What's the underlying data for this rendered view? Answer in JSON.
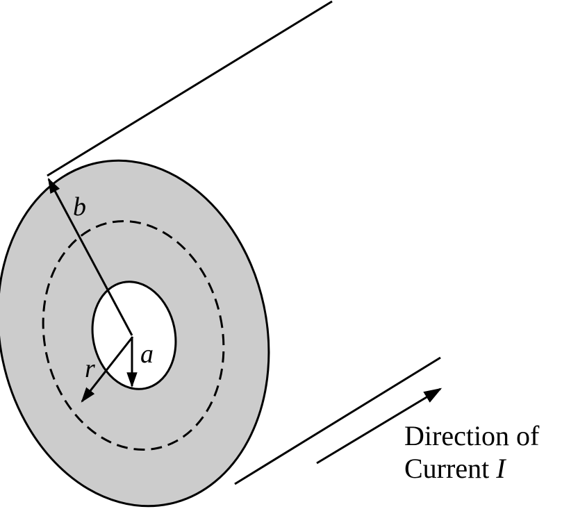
{
  "labels": {
    "b": "b",
    "a": "a",
    "r": "r"
  },
  "caption": {
    "line1": "Direction of",
    "line2_prefix": "Current ",
    "line2_symbol": "I"
  },
  "colors": {
    "annulus_fill": "#cccccc",
    "hole_fill": "#ffffff",
    "stroke": "#000000",
    "background": "#ffffff"
  }
}
